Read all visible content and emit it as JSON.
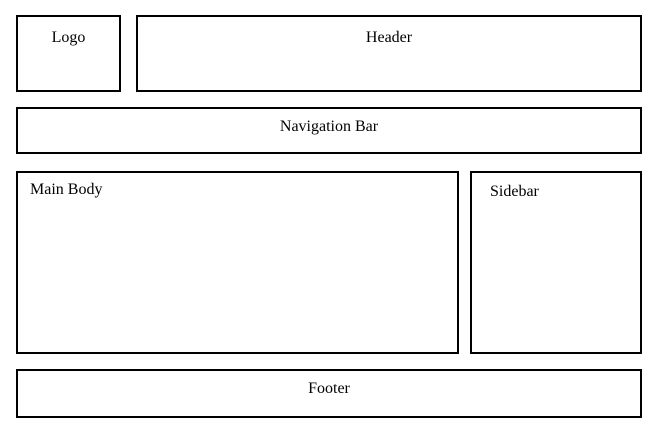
{
  "diagram": {
    "type": "webpage-layout-wireframe",
    "background_color": "#ffffff",
    "border_color": "#000000",
    "text_color": "#000000",
    "boxes": {
      "logo": {
        "label": "Logo"
      },
      "header": {
        "label": "Header"
      },
      "navigation": {
        "label": "Navigation Bar"
      },
      "main_body": {
        "label": "Main Body"
      },
      "sidebar": {
        "label": "Sidebar"
      },
      "footer": {
        "label": "Footer"
      }
    }
  }
}
